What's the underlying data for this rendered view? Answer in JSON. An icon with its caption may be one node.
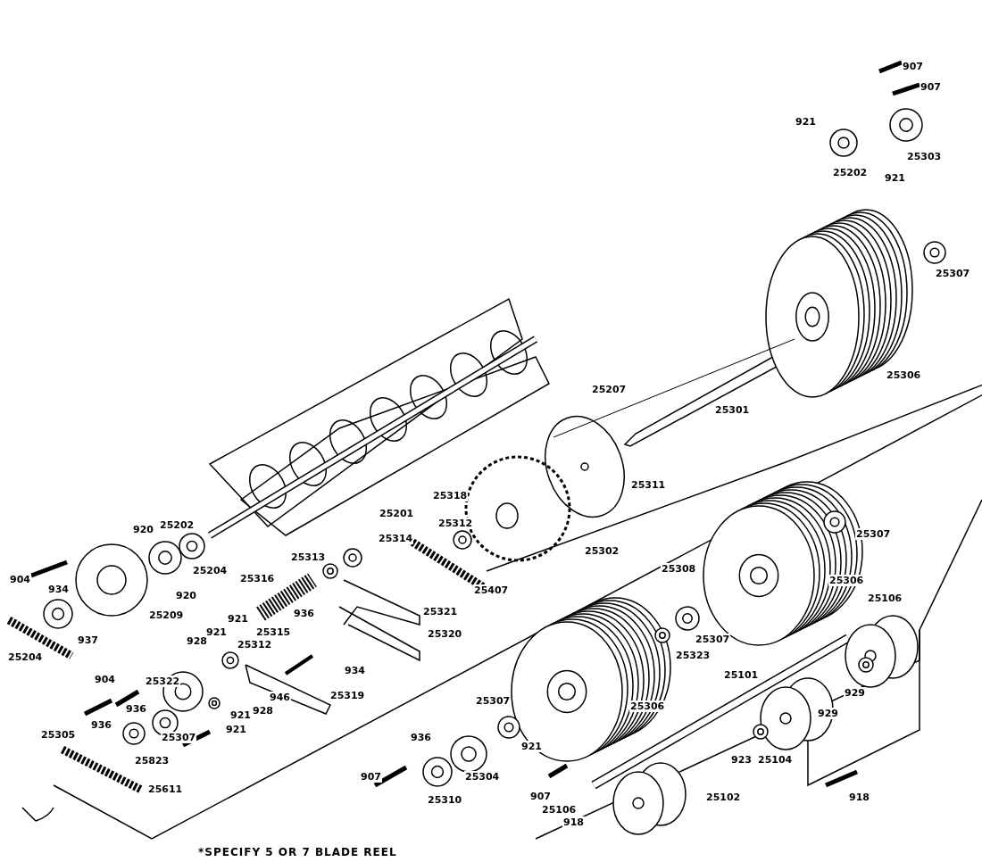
{
  "diagram": {
    "caption": "*SPECIFY 5 OR 7 BLADE REEL",
    "labels": [
      "907",
      "907",
      "921",
      "25303",
      "25202",
      "921",
      "25307",
      "25306",
      "25207",
      "25301",
      "25311",
      "25318",
      "25201",
      "25202",
      "920",
      "25312",
      "25307",
      "25314",
      "25313",
      "25302",
      "25204",
      "25308",
      "25316",
      "904",
      "25306",
      "934",
      "25407",
      "920",
      "25106",
      "25209",
      "921",
      "936",
      "25321",
      "921",
      "25315",
      "25320",
      "937",
      "928",
      "25312",
      "25307",
      "25323",
      "25204",
      "934",
      "25101",
      "904",
      "25322",
      "929",
      "25319",
      "936",
      "25307",
      "25306",
      "946",
      "929",
      "928",
      "921",
      "921",
      "936",
      "25305",
      "25307",
      "921",
      "923",
      "25104",
      "936",
      "25823",
      "25611",
      "907",
      "25304",
      "918",
      "25102",
      "907",
      "25310",
      "25106",
      "918"
    ]
  }
}
